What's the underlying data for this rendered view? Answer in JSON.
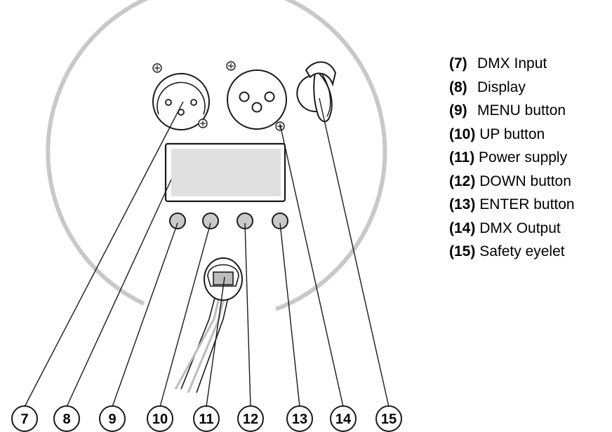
{
  "callouts": [
    {
      "number": "7"
    },
    {
      "number": "8"
    },
    {
      "number": "9"
    },
    {
      "number": "10"
    },
    {
      "number": "11"
    },
    {
      "number": "12"
    },
    {
      "number": "13"
    },
    {
      "number": "14"
    },
    {
      "number": "15"
    }
  ],
  "legend": [
    {
      "number": "(7)",
      "label": "DMX Input"
    },
    {
      "number": "(8)",
      "label": "Display"
    },
    {
      "number": "(9)",
      "label": "MENU button"
    },
    {
      "number": "(10)",
      "label": "UP button"
    },
    {
      "number": "(11)",
      "label": "Power supply"
    },
    {
      "number": "(12)",
      "label": "DOWN button"
    },
    {
      "number": "(13)",
      "label": "ENTER button"
    },
    {
      "number": "(14)",
      "label": "DMX Output"
    },
    {
      "number": "(15)",
      "label": "Safety eyelet"
    }
  ],
  "colors": {
    "housing_outline": "#c8c8c8",
    "line": "#1a1a1a",
    "display_fill": "#e0e0e0",
    "button_fill": "#c9c9c9"
  },
  "icons": {
    "screw": "cross-screw-icon"
  }
}
